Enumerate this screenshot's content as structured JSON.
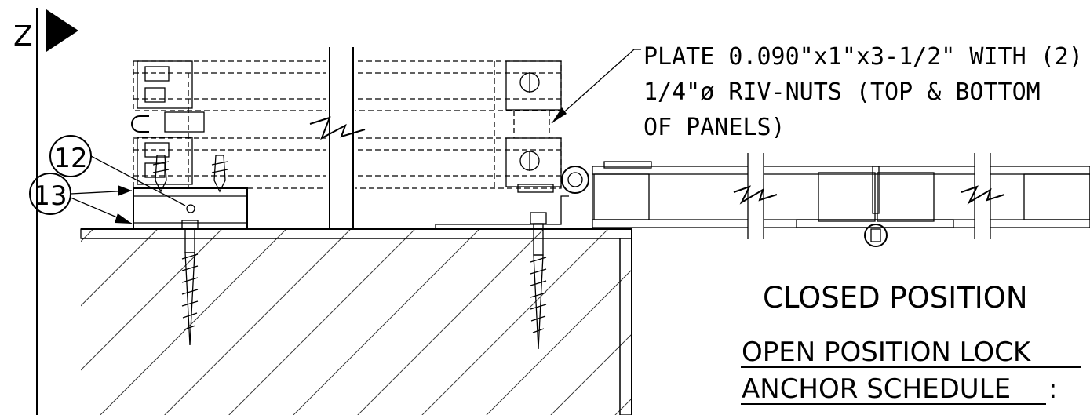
{
  "marker": {
    "letter": "Z"
  },
  "callouts": {
    "c12": "12",
    "c13": "13"
  },
  "note": {
    "line1": "PLATE 0.090\"x1\"x3-1/2\" WITH (2)",
    "line2": "1/4\"ø RIV-NUTS (TOP & BOTTOM",
    "line3": "OF PANELS)"
  },
  "labels": {
    "closed": "CLOSED POSITION",
    "schedule_line1": "OPEN POSITION LOCK",
    "schedule_line2": "ANCHOR SCHEDULE",
    "schedule_colon": ":"
  }
}
